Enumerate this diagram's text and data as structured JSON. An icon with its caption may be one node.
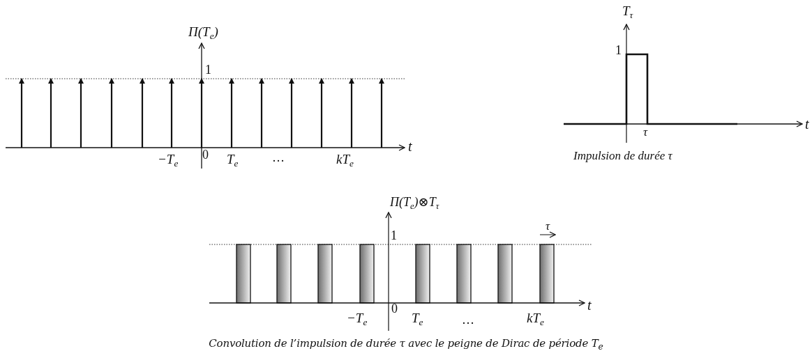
{
  "diagram": {
    "caption": "Convolution de l’impulsion de durée τ avec le peigne de Dirac de période T$_{e}$",
    "labels": [
      "Π(T$_{e}$)",
      "1",
      "t",
      "−T$_{e}$",
      "0",
      "T$_{e}$",
      "…",
      "kT$_{e}$",
      "T$_{τ}$",
      "1",
      "t",
      "τ",
      "Impulsion de durée τ",
      "Π(T$_{e}$)⊗T$_{τ}$",
      "τ",
      "1",
      "t",
      "−T$_{e}$",
      "0",
      "T$_{e}$",
      "…",
      "kT$_{e}$"
    ]
  }
}
